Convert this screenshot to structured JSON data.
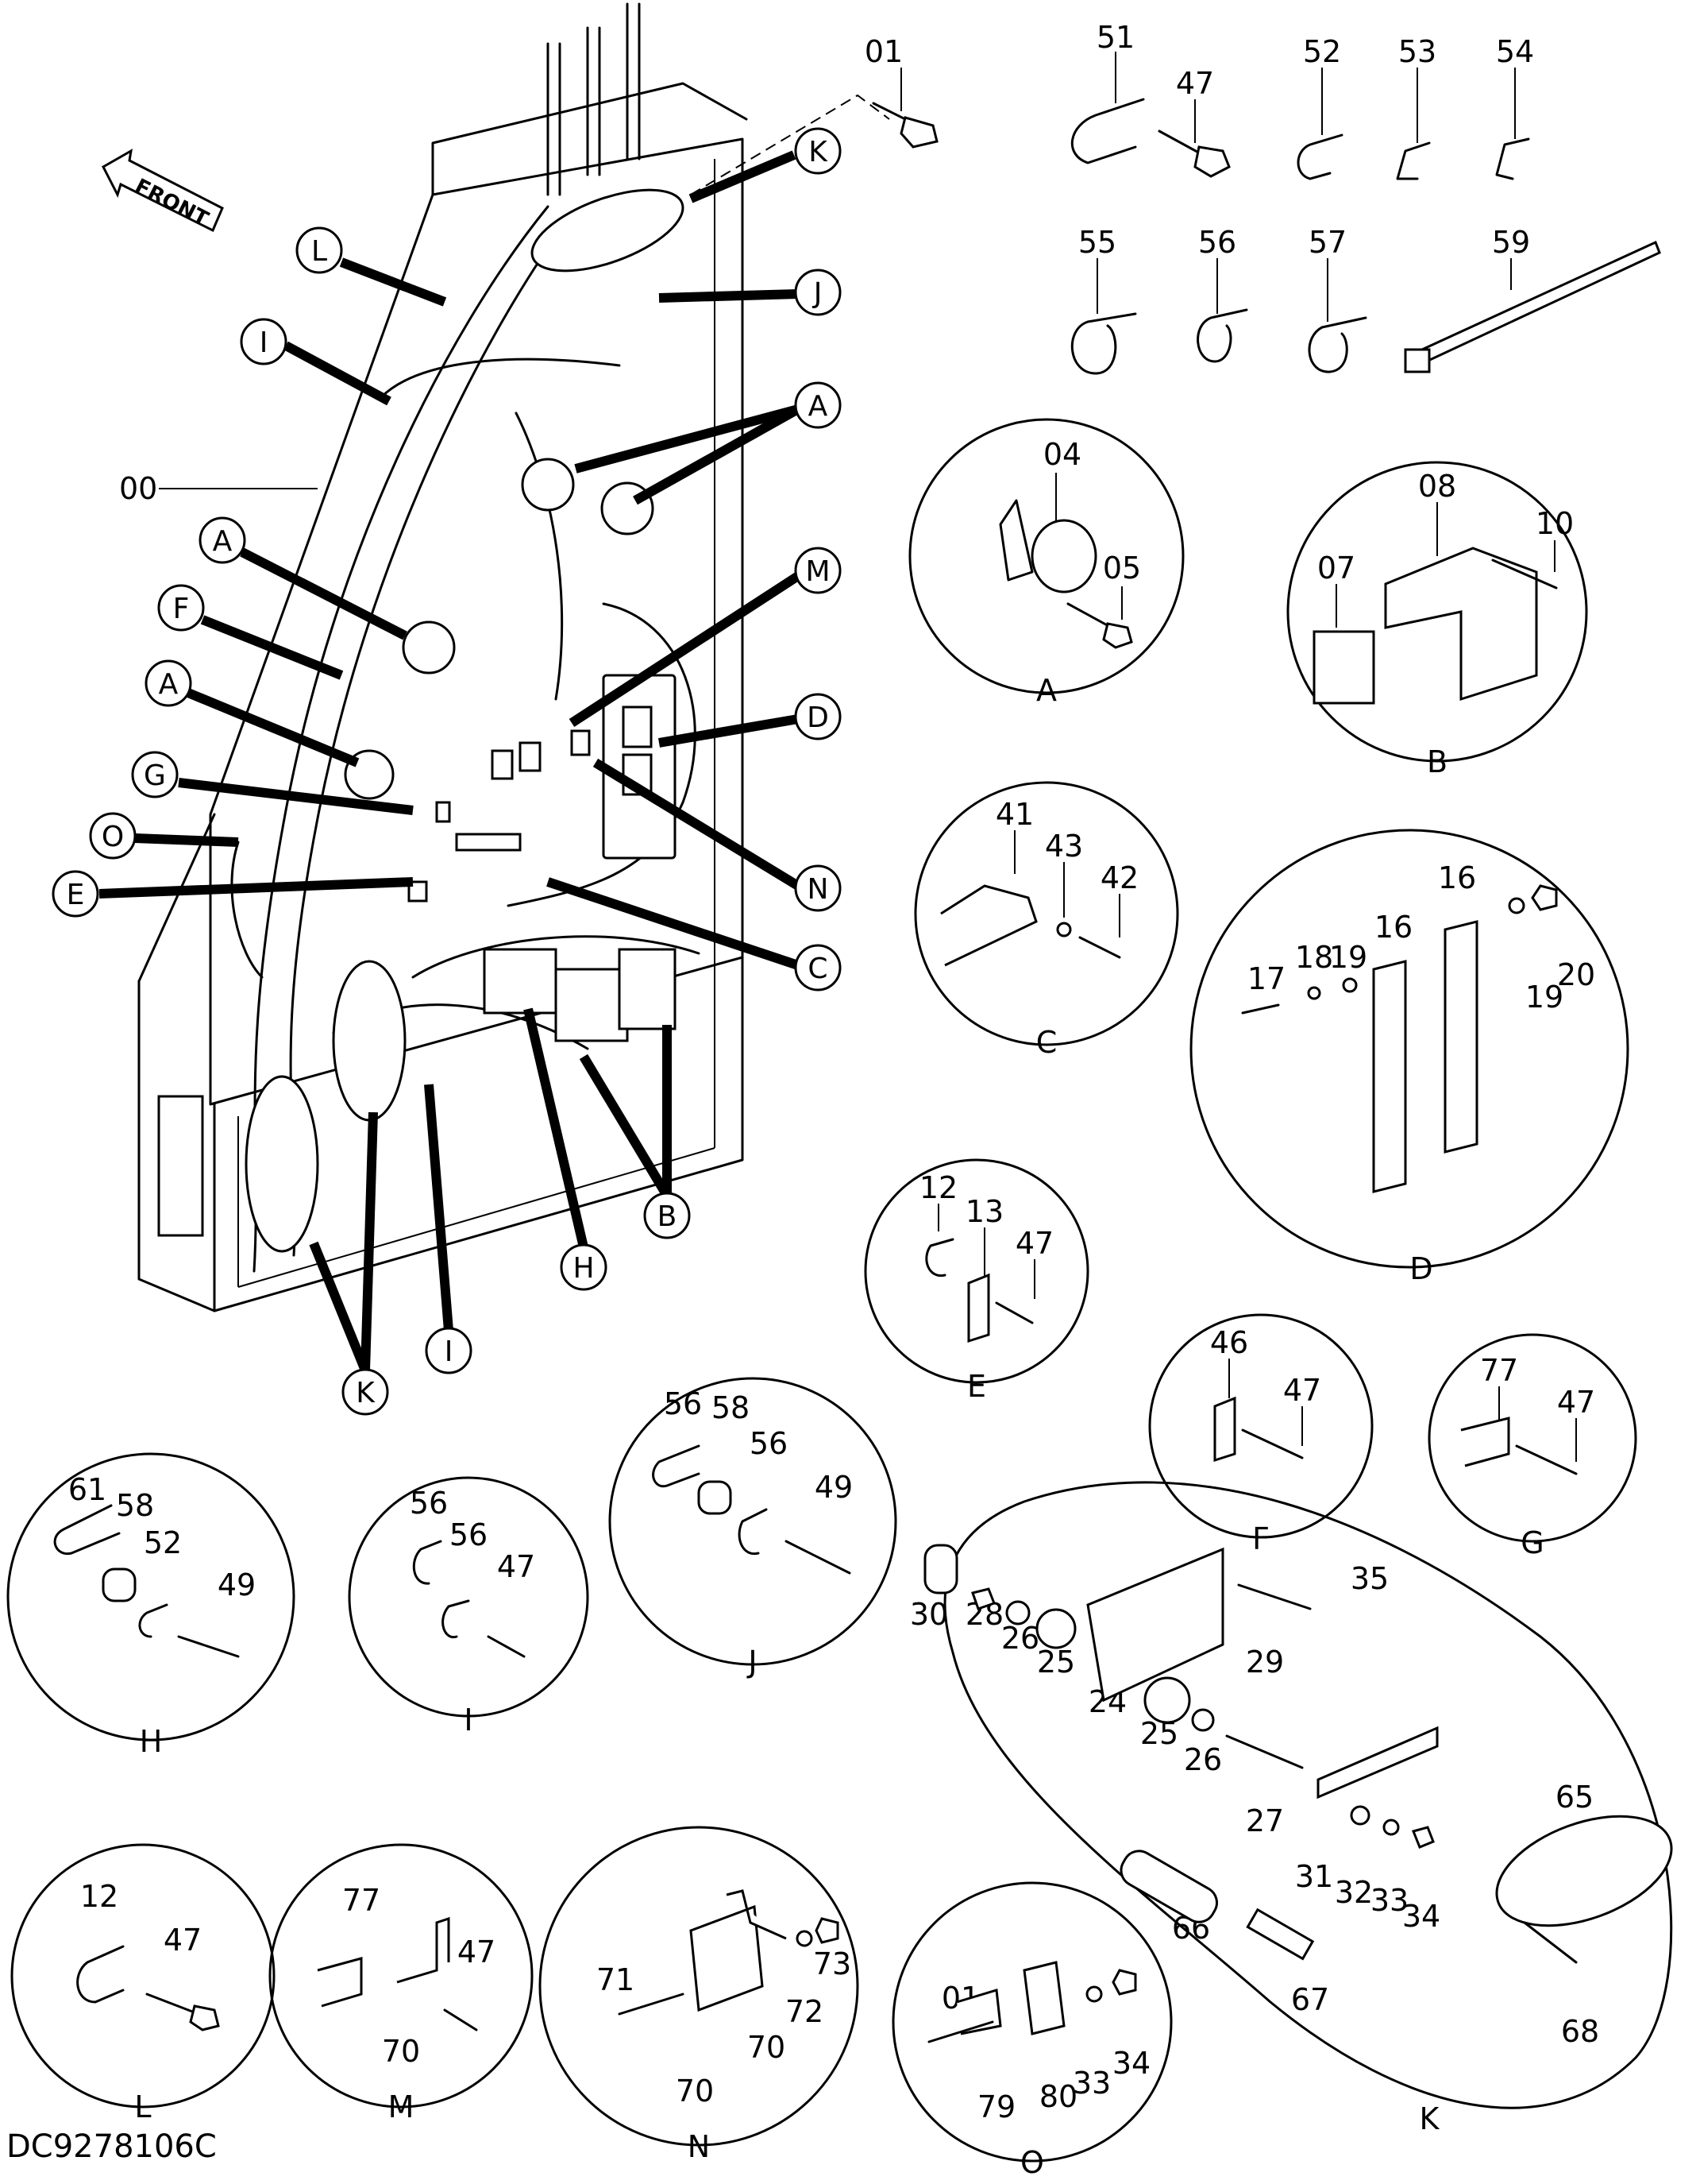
{
  "drawing_code": "DC9278106C",
  "front_arrow": "FRONT",
  "assembly_label": "00",
  "main_callouts": [
    {
      "letter": "K"
    },
    {
      "letter": "J"
    },
    {
      "letter": "L"
    },
    {
      "letter": "I"
    },
    {
      "letter": "A"
    },
    {
      "letter": "A"
    },
    {
      "letter": "F"
    },
    {
      "letter": "A"
    },
    {
      "letter": "M"
    },
    {
      "letter": "D"
    },
    {
      "letter": "G"
    },
    {
      "letter": "O"
    },
    {
      "letter": "N"
    },
    {
      "letter": "E"
    },
    {
      "letter": "C"
    },
    {
      "letter": "B"
    },
    {
      "letter": "H"
    },
    {
      "letter": "I"
    },
    {
      "letter": "K"
    }
  ],
  "loose_parts": [
    "01",
    "51",
    "47",
    "52",
    "53",
    "54",
    "55",
    "56",
    "57",
    "59"
  ],
  "details": [
    {
      "letter": "A",
      "parts": [
        "04",
        "05"
      ]
    },
    {
      "letter": "B",
      "parts": [
        "08",
        "07",
        "10"
      ]
    },
    {
      "letter": "C",
      "parts": [
        "41",
        "43",
        "42"
      ]
    },
    {
      "letter": "D",
      "parts": [
        "16",
        "16",
        "17",
        "18",
        "19",
        "19",
        "20"
      ]
    },
    {
      "letter": "E",
      "parts": [
        "12",
        "13",
        "47"
      ]
    },
    {
      "letter": "F",
      "parts": [
        "46",
        "47"
      ]
    },
    {
      "letter": "G",
      "parts": [
        "77",
        "47"
      ]
    },
    {
      "letter": "H",
      "parts": [
        "61",
        "58",
        "52",
        "49"
      ]
    },
    {
      "letter": "I",
      "parts": [
        "56",
        "56",
        "47"
      ]
    },
    {
      "letter": "J",
      "parts": [
        "56",
        "58",
        "56",
        "49"
      ]
    },
    {
      "letter": "K",
      "parts": [
        "30",
        "28",
        "26",
        "25",
        "24",
        "25",
        "26",
        "35",
        "29",
        "27",
        "31",
        "32",
        "33",
        "34",
        "65",
        "66",
        "67",
        "68"
      ]
    },
    {
      "letter": "L",
      "parts": [
        "12",
        "47"
      ]
    },
    {
      "letter": "M",
      "parts": [
        "77",
        "47",
        "70"
      ]
    },
    {
      "letter": "N",
      "parts": [
        "71",
        "70",
        "72",
        "73",
        "70"
      ]
    },
    {
      "letter": "O",
      "parts": [
        "01",
        "79",
        "80",
        "33",
        "34"
      ]
    }
  ]
}
